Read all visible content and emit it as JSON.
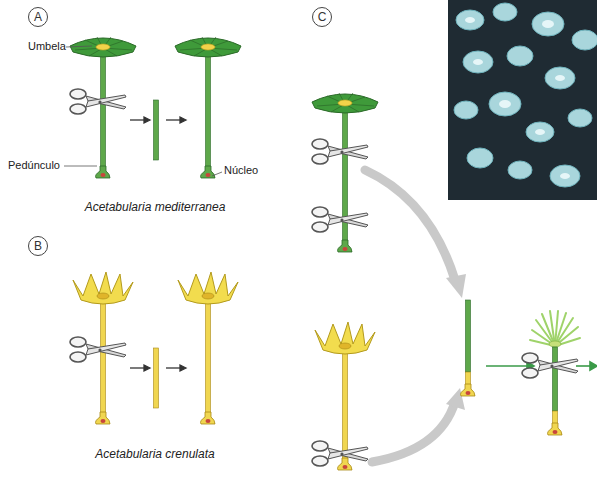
{
  "diagram": {
    "nodes": [
      {
        "text": [
          "A"
        ]
      },
      {
        "text": [
          "B"
        ]
      },
      {
        "text": [
          "C"
        ]
      }
    ],
    "labels": [
      "Umbela",
      "Pedúnculo",
      "Núcleo",
      "Acetabularia mediterranea",
      "Acetabularia crenulata"
    ]
  }
}
